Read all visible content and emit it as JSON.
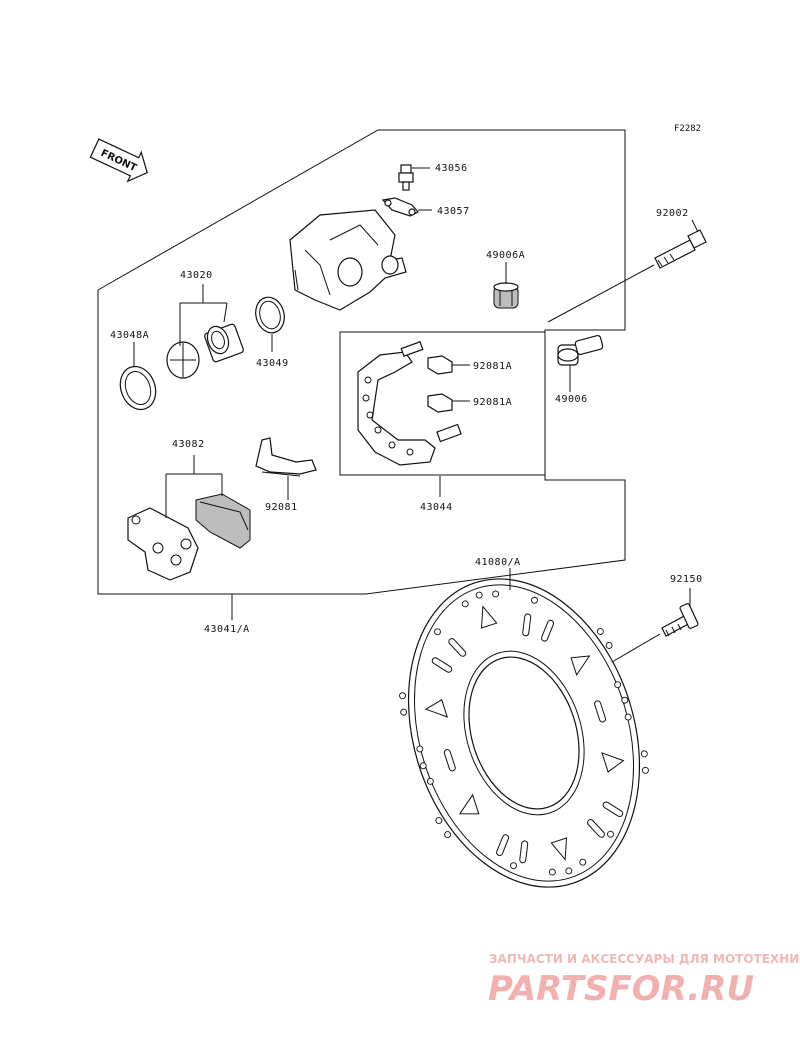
{
  "figure_code": "F2282",
  "front_label": "FRONT",
  "parts": {
    "p43056": "43056",
    "p43057": "43057",
    "p92002": "92002",
    "p43020": "43020",
    "p49006A": "49006A",
    "p43048A": "43048A",
    "p43049": "43049",
    "p92081A_1": "92081A",
    "p92081A_2": "92081A",
    "p49006": "49006",
    "p43082": "43082",
    "p92081": "92081",
    "p43044": "43044",
    "p43041A": "43041/A",
    "p41080A": "41080/A",
    "p92150": "92150"
  },
  "watermark": {
    "tagline": "ЗАПЧАСТИ И АКСЕССУАРЫ ДЛЯ МОТОТЕХНИКИ",
    "brand": "PARTSFOR.RU"
  }
}
